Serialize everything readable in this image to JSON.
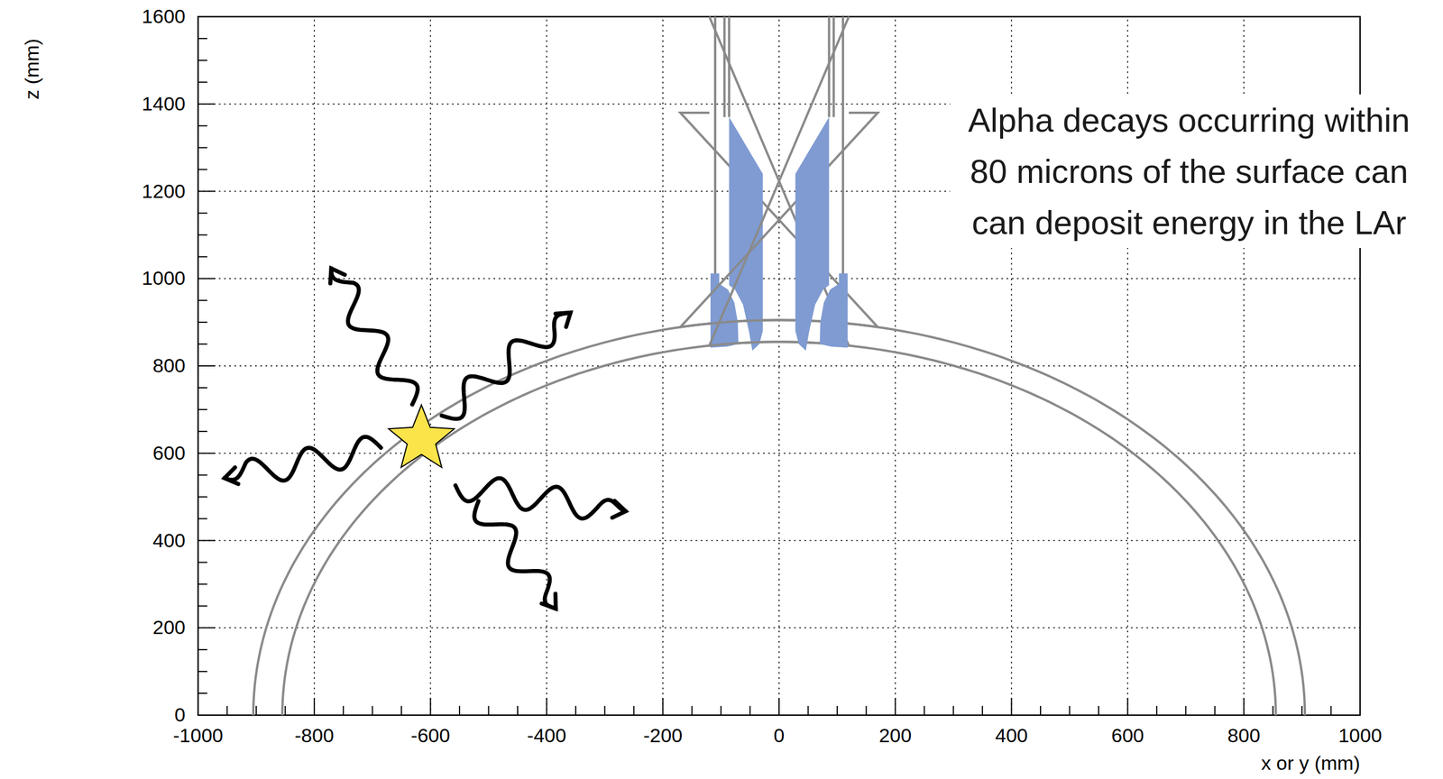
{
  "diagram": {
    "labels": [
      "z (mm)",
      "1600",
      "1400",
      "1200",
      "1000",
      "800",
      "600",
      "400",
      "200",
      "0",
      "-1000",
      "-800",
      "-600",
      "-400",
      "-200",
      "0",
      "200",
      "400",
      "600",
      "800",
      "1000",
      "x or y (mm)",
      "Alpha decays occurring within 80 microns of the surface can can deposit energy in the LAr"
    ]
  }
}
